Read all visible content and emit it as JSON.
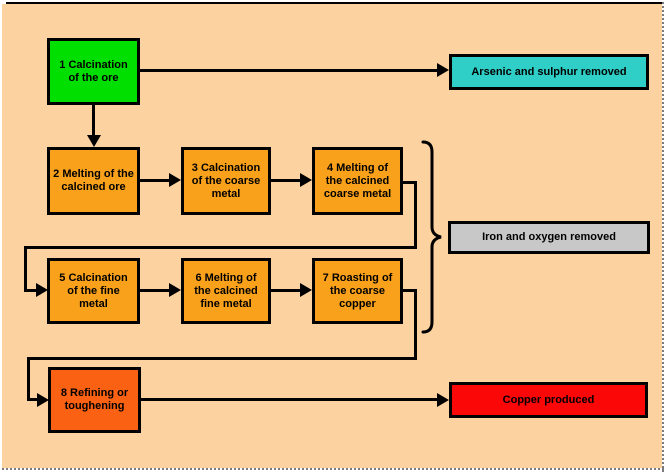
{
  "diagram": {
    "background_color": "#FCD2A0",
    "steps": [
      {
        "label": "1 Calcination of the ore",
        "color": "#00DF00"
      },
      {
        "label": "2 Melting of the calcined ore",
        "color": "#F9A11B"
      },
      {
        "label": "3 Calcination of the coarse metal",
        "color": "#F9A11B"
      },
      {
        "label": "4 Melting of the calcined coarse metal",
        "color": "#F9A11B"
      },
      {
        "label": "5 Calcination of the fine metal",
        "color": "#F9A11B"
      },
      {
        "label": "6 Melting of the calcined fine metal",
        "color": "#F9A11B"
      },
      {
        "label": "7 Roasting of the coarse copper",
        "color": "#FA6112"
      },
      {
        "label": "8 Refining or toughening",
        "color": "#FA6112"
      }
    ],
    "outputs": [
      {
        "label": "Arsenic and sulphur removed",
        "color": "#2FCEC6",
        "from_step": "1"
      },
      {
        "label": "Iron and oxygen removed",
        "color": "#C8C8C8",
        "from_steps": "2-7"
      },
      {
        "label": "Copper produced",
        "color": "#FB0707",
        "from_step": "8"
      }
    ],
    "flow": [
      "1→2",
      "2→3",
      "3→4",
      "4→5",
      "5→6",
      "6→7",
      "7→8"
    ]
  }
}
